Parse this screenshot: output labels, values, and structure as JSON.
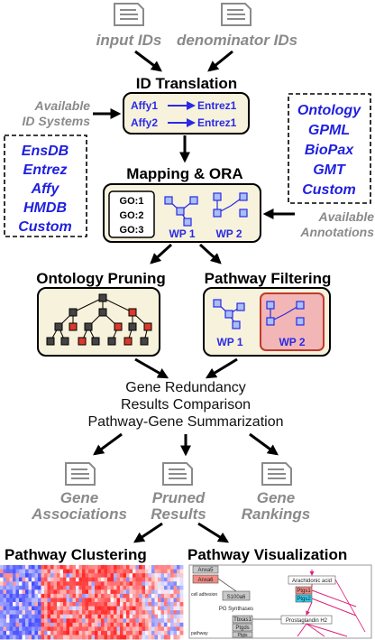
{
  "inputs": {
    "input_ids": "input IDs",
    "denominator_ids": "denominator IDs"
  },
  "id_translation": {
    "title": "ID Translation",
    "rows": [
      {
        "from": "Affy1",
        "to": "Entrez1"
      },
      {
        "from": "Affy2",
        "to": "Entrez1"
      }
    ]
  },
  "available_id_systems": {
    "label_line1": "Available",
    "label_line2": "ID Systems",
    "items": [
      "EnsDB",
      "Entrez",
      "Affy",
      "HMDB",
      "Custom"
    ]
  },
  "available_annotations": {
    "label_line1": "Available",
    "label_line2": "Annotations",
    "items": [
      "Ontology",
      "GPML",
      "BioPax",
      "GMT",
      "Custom"
    ]
  },
  "mapping": {
    "title": "Mapping & ORA",
    "go_terms": [
      "GO:1",
      "GO:2",
      "GO:3"
    ],
    "wp1": "WP 1",
    "wp2": "WP 2"
  },
  "ontology_pruning": {
    "title": "Ontology Pruning"
  },
  "pathway_filtering": {
    "title": "Pathway Filtering",
    "wp1": "WP 1",
    "wp2": "WP 2"
  },
  "post_processing": {
    "line1": "Gene Redundancy",
    "line2": "Results Comparison",
    "line3": "Pathway-Gene Summarization"
  },
  "outputs": {
    "gene_associations": [
      "Gene",
      "Associations"
    ],
    "pruned_results": [
      "Pruned",
      "Results"
    ],
    "gene_rankings": [
      "Gene",
      "Rankings"
    ]
  },
  "pathway_clustering": {
    "title": "Pathway Clustering"
  },
  "pathway_visualization": {
    "title": "Pathway Visualization",
    "labels": {
      "anxa5": "Anxa5",
      "anxa6": "Anxa6",
      "s100a6": "S100a6",
      "arachidonic": "Arachidonic acid",
      "ptgs1": "Ptgs1",
      "ptgs2": "Ptgs2",
      "pg_synthases": "PG Synthases",
      "prostaglandin": "Prostaglandin H2",
      "tbxas1": "Tbxas1",
      "ptgds": "Ptgds",
      "ptgis": "Ptgis",
      "pathway": "pathway",
      "cell_adhesion": "cell adhesion"
    }
  },
  "colors": {
    "arrow": "#000000",
    "gray_text": "#8a8a8a",
    "blue_text": "#1f1fe0",
    "box_bg": "#f7f2dc",
    "node_blue": "#a9bff5",
    "node_red": "#d93a2b",
    "highlight_red": "#e08080",
    "cyan": "#33ccee",
    "magenta": "#e0207a"
  }
}
